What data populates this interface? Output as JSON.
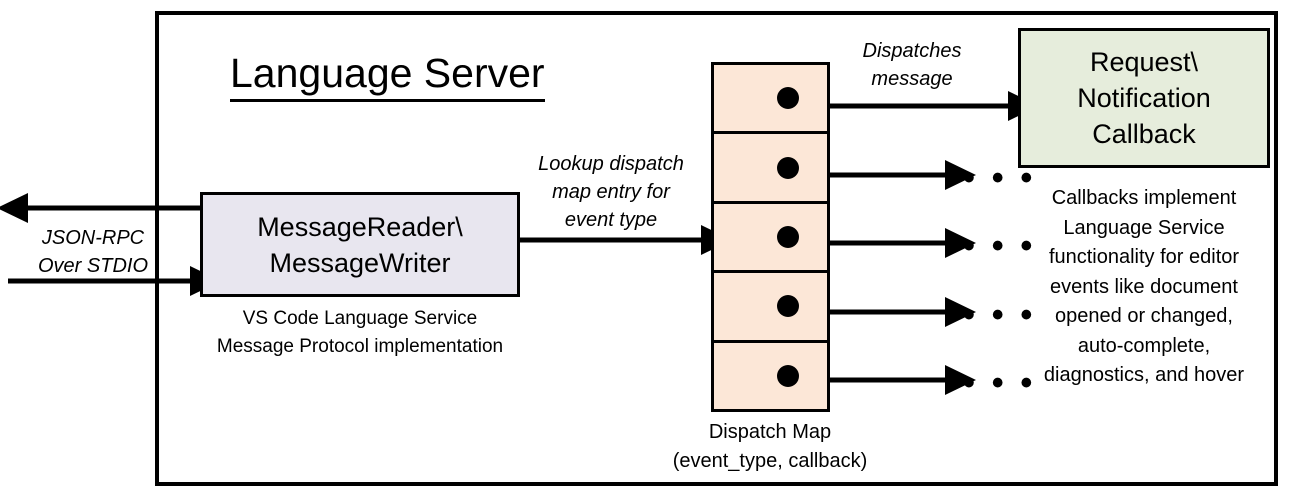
{
  "diagram": {
    "title": "Language Server",
    "outer_border_color": "#000000",
    "background": "#ffffff"
  },
  "message_box": {
    "line1": "MessageReader\\",
    "line2": "MessageWriter",
    "fill": "#E8E6EF",
    "caption_line1": "VS Code Language Service",
    "caption_line2": "Message Protocol implementation"
  },
  "dispatch_map": {
    "fill": "#FCE7D7",
    "row_count": 5,
    "caption_line1": "Dispatch Map",
    "caption_line2": "(event_type, callback)"
  },
  "callback_box": {
    "line1": "Request\\",
    "line2": "Notification",
    "line3": "Callback",
    "fill": "#E6EDDC",
    "caption": "Callbacks implement Language Service functionality for editor events like document opened or changed, auto-complete, diagnostics, and hover",
    "caption_lines": [
      "Callbacks implement",
      "Language Service",
      "functionality for editor",
      "events like document",
      "opened or changed,",
      "auto-complete,",
      "diagnostics, and hover"
    ]
  },
  "edges": {
    "jsonrpc_line1": "JSON-RPC",
    "jsonrpc_line2": "Over STDIO",
    "lookup_line1": "Lookup dispatch",
    "lookup_line2": "map entry for",
    "lookup_line3": "event type",
    "dispatch_line1": "Dispatches",
    "dispatch_line2": "message",
    "ellipsis": "• • •"
  }
}
